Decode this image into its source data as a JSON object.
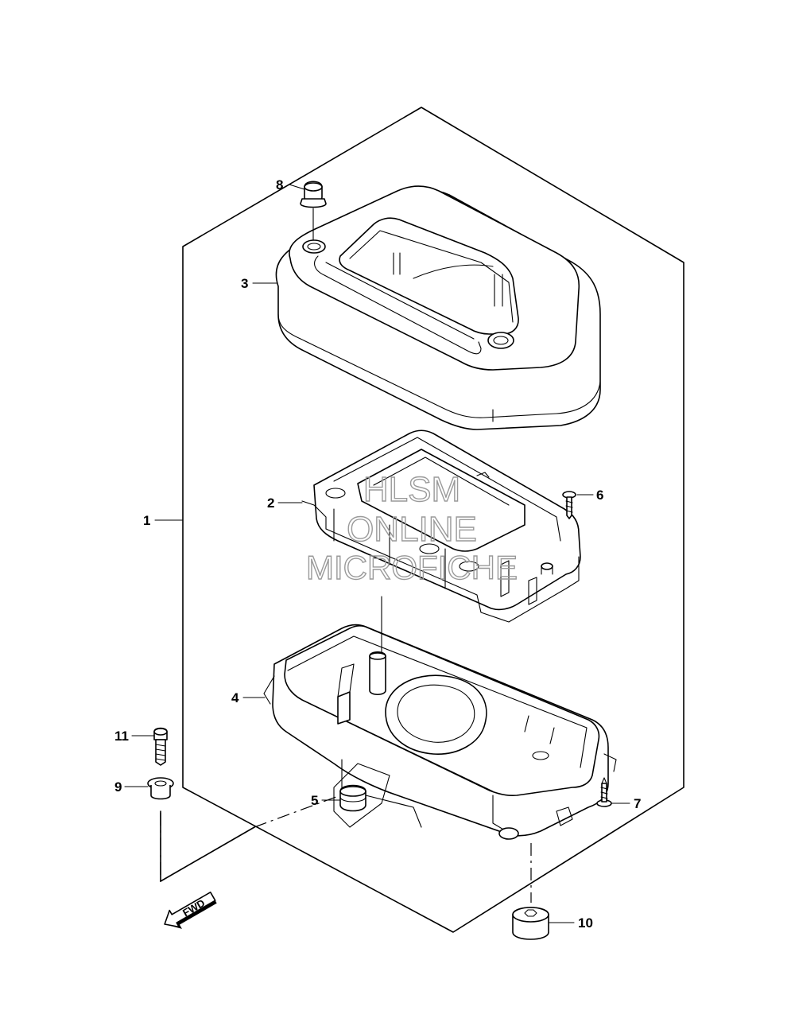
{
  "diagram": {
    "parts": [
      {
        "id": "1",
        "label": "1"
      },
      {
        "id": "2",
        "label": "2"
      },
      {
        "id": "3",
        "label": "3"
      },
      {
        "id": "4",
        "label": "4"
      },
      {
        "id": "5",
        "label": "5"
      },
      {
        "id": "6",
        "label": "6"
      },
      {
        "id": "7",
        "label": "7"
      },
      {
        "id": "8",
        "label": "8"
      },
      {
        "id": "9",
        "label": "9"
      },
      {
        "id": "10",
        "label": "10"
      },
      {
        "id": "11",
        "label": "11"
      }
    ],
    "fwd_label": "FWD",
    "watermark": {
      "line1": "HLSM",
      "line2": "ONLINE",
      "line3": "MICROFICHE"
    }
  }
}
